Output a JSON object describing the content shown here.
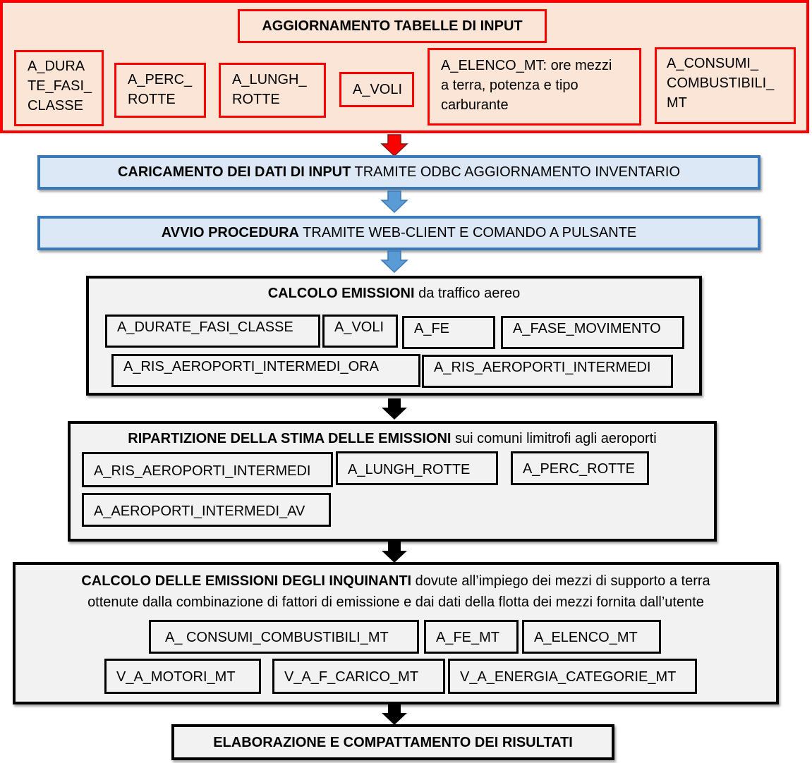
{
  "input_section": {
    "title": "AGGIORNAMENTO TABELLE DI INPUT",
    "tables": [
      "A_DURA\nTE_FASI_\nCLASSE",
      "A_PERC_\nROTTE",
      "A_LUNGH_\nROTTE",
      "A_VOLI",
      "A_ELENCO_MT: ore mezzi\na terra, potenza e tipo\ncarburante",
      "A_CONSUMI_\nCOMBUSTIBILI_\nMT"
    ]
  },
  "loading_step": {
    "bold": "CARICAMENTO  DEI DATI DI INPUT",
    "rest": " TRAMITE ODBC AGGIORNAMENTO INVENTARIO"
  },
  "start_step": {
    "bold": "AVVIO PROCEDURA",
    "rest": " TRAMITE WEB-CLIENT E COMANDO A PULSANTE"
  },
  "calc_step": {
    "bold": "CALCOLO EMISSIONI",
    "rest": " da traffico aereo",
    "tables": [
      "A_DURATE_FASI_CLASSE",
      "A_VOLI",
      "A_FE",
      "A_FASE_MOVIMENTO",
      "A_RIS_AEROPORTI_INTERMEDI_ORA",
      "A_RIS_AEROPORTI_INTERMEDI"
    ]
  },
  "split_step": {
    "bold": "RIPARTIZIONE  DELLA  STIMA DELLE EMISSIONI",
    "rest": " sui comuni limitrofi agli aeroporti",
    "tables": [
      "A_RIS_AEROPORTI_INTERMEDI",
      "A_LUNGH_ROTTE",
      "A_PERC_ROTTE",
      "A_AEROPORTI_INTERMEDI_AV"
    ]
  },
  "pollutant_step": {
    "bold": "CALCOLO DELLE EMISSIONI DEGLI INQUINANTI",
    "rest1": "  dovute all’impiego dei mezzi di supporto a terra",
    "line2": "ottenute dalla combinazione di fattori di emissione e dai dati della flotta dei mezzi fornita dall’utente",
    "tables": [
      "A_ CONSUMI_COMBUSTIBILI_MT",
      "A_FE_MT",
      "A_ELENCO_MT",
      "V_A_MOTORI_MT",
      "V_A_F_CARICO_MT",
      "V_A_ENERGIA_CATEGORIE_MT"
    ]
  },
  "final_step": {
    "title": "ELABORAZIONE E COMPATTAMENTO  DEI RISULTATI"
  },
  "colors": {
    "input_border": "#ff0000",
    "input_fill": "#fbe5d7",
    "process_border": "#3a78b8",
    "process_fill": "#dce8f5",
    "step_border": "#000000",
    "step_fill": "#f2f2f2",
    "arrow_red": "#ff0000",
    "arrow_blue": "#5b9bd5",
    "arrow_black": "#000000"
  }
}
